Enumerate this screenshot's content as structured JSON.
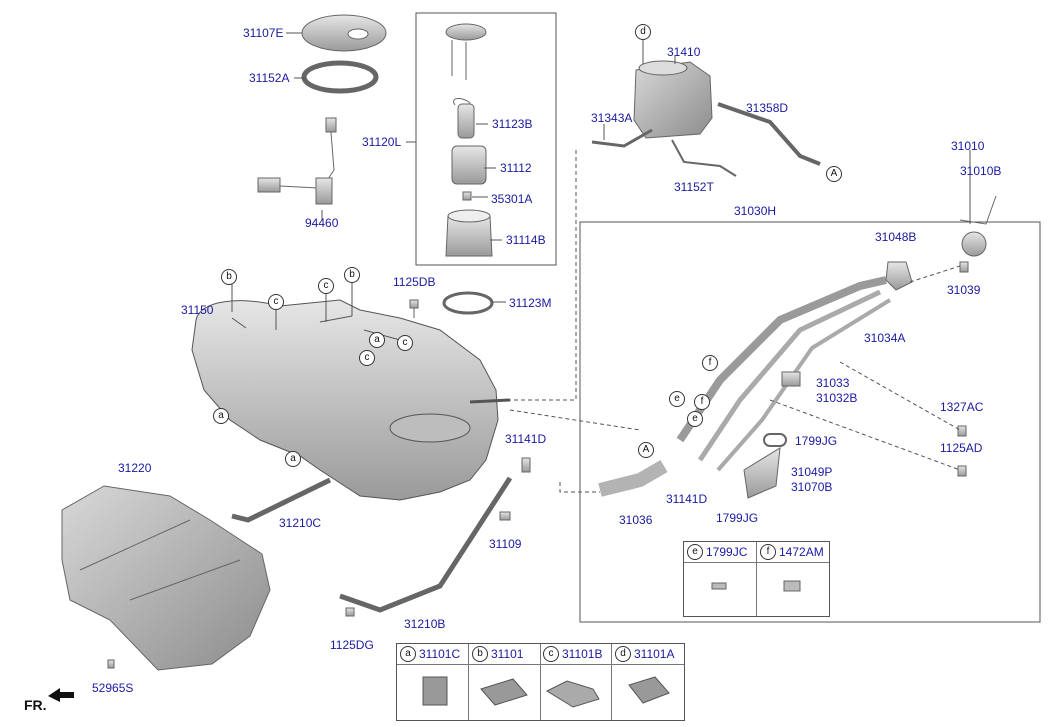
{
  "parts": {
    "p31107E": "31107E",
    "p31152A": "31152A",
    "p94460": "94460",
    "p31120L": "31120L",
    "p31123B": "31123B",
    "p31112": "31112",
    "p35301A": "35301A",
    "p31114B": "31114B",
    "p31123M": "31123M",
    "p1125DB": "1125DB",
    "p31150": "31150",
    "p31410": "31410",
    "p31343A": "31343A",
    "p31358D": "31358D",
    "p31152T": "31152T",
    "p31030H": "31030H",
    "p31010": "31010",
    "p31010B": "31010B",
    "p31048B": "31048B",
    "p31039": "31039",
    "p31034A": "31034A",
    "p31033": "31033",
    "p31032B": "31032B",
    "p1327AC": "1327AC",
    "p1125AD": "1125AD",
    "p1799JG_a": "1799JG",
    "p31049P": "31049P",
    "p31070B": "31070B",
    "p1799JG_b": "1799JG",
    "p31141D_a": "31141D",
    "p31141D_b": "31141D",
    "p31036": "31036",
    "p31109": "31109",
    "p31210C": "31210C",
    "p31210B": "31210B",
    "p1125DG": "1125DG",
    "p31220": "31220",
    "p52965S": "52965S"
  },
  "callouts": {
    "a": "a",
    "b": "b",
    "c": "c",
    "d": "d",
    "e": "e",
    "f": "f",
    "A": "A"
  },
  "detail_table_ef": {
    "e_letter": "e",
    "e_part": "1799JC",
    "f_letter": "f",
    "f_part": "1472AM"
  },
  "detail_table_abcd": {
    "a_letter": "a",
    "a_part": "31101C",
    "b_letter": "b",
    "b_part": "31101",
    "c_letter": "c",
    "c_part": "31101B",
    "d_letter": "d",
    "d_part": "31101A"
  },
  "front": "FR.",
  "colors": {
    "label": "#1a1aa0",
    "line": "#555555",
    "part": "#cfcfcf"
  }
}
